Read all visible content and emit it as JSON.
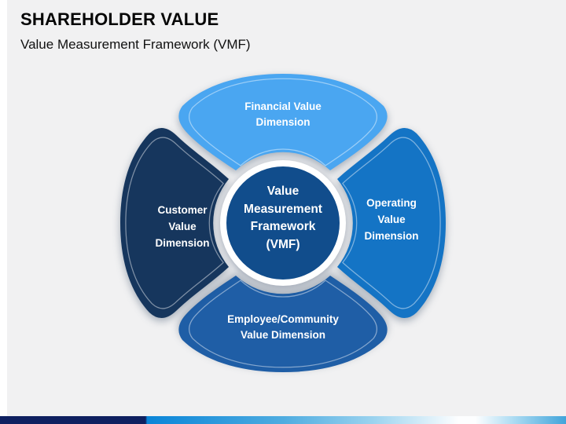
{
  "slide": {
    "title": "SHAREHOLDER VALUE",
    "subtitle": "Value Measurement Framework (VMF)",
    "background_color": "#f1f1f2"
  },
  "diagram": {
    "center": {
      "label": "Value\nMeasurement\nFramework\n(VMF)",
      "color": "#114d8c",
      "ring_color": "#ffffff"
    },
    "petals": [
      {
        "id": "financial",
        "position": "top",
        "label": "Financial Value\nDimension",
        "color": "#4aa6f1"
      },
      {
        "id": "operating",
        "position": "right",
        "label": "Operating\nValue\nDimension",
        "color": "#1474c5"
      },
      {
        "id": "employee",
        "position": "bottom",
        "label": "Employee/Community\nValue Dimension",
        "color": "#1f5ea6"
      },
      {
        "id": "customer",
        "position": "left",
        "label": "Customer\nValue\nDimension",
        "color": "#16365d"
      }
    ]
  },
  "footer": {
    "bar_colors": [
      "#0e2060",
      "#0a85d8",
      "#9bd3ef",
      "#fdfeff",
      "#41a4da"
    ]
  }
}
